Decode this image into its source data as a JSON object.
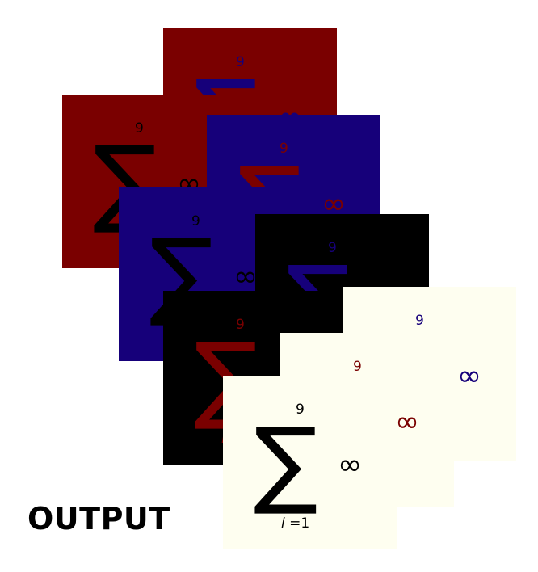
{
  "label": "OUTPUT",
  "colors": {
    "dark_red": "#7a0000",
    "navy": "#16007a",
    "black": "#000000",
    "cream": "#fefef0"
  },
  "symbol": {
    "upper_limit": "9",
    "operator": "∑",
    "infinity": "∞",
    "index_var": "i",
    "index_rest": " =1"
  },
  "cards": [
    {
      "name": "card-1",
      "bg": "dark_red",
      "fg": "navy"
    },
    {
      "name": "card-2",
      "bg": "dark_red",
      "fg": "black"
    },
    {
      "name": "card-3",
      "bg": "navy",
      "fg": "dark_red"
    },
    {
      "name": "card-4",
      "bg": "navy",
      "fg": "black"
    },
    {
      "name": "card-5",
      "bg": "black",
      "fg": "navy"
    },
    {
      "name": "card-6",
      "bg": "black",
      "fg": "dark_red"
    },
    {
      "name": "card-7",
      "bg": "cream",
      "fg": "navy"
    },
    {
      "name": "card-8",
      "bg": "cream",
      "fg": "dark_red"
    },
    {
      "name": "card-9",
      "bg": "cream",
      "fg": "black"
    }
  ]
}
